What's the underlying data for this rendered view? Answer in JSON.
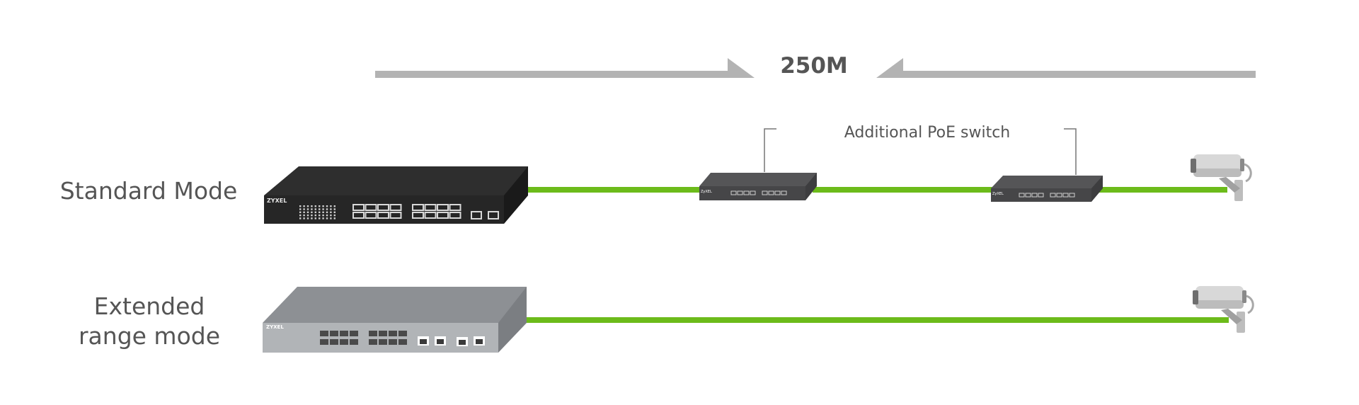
{
  "distance_label": "250M",
  "callout_label": "Additional PoE switch",
  "rows": [
    {
      "label_lines": [
        "Standard Mode"
      ]
    },
    {
      "label_lines": [
        "Extended",
        "range mode"
      ]
    }
  ],
  "devices": {
    "main_switch_standard_brand": "ZYXEL",
    "main_switch_extended_brand": "ZYXEL",
    "small_switch_brand": "ZyXEL"
  },
  "colors": {
    "cable": "#6cbb1a",
    "arrow": "#b3b3b3",
    "text": "#555555",
    "switch_dark": "#2b2b2b",
    "switch_light": "#a6a9ac",
    "callout_line": "#777777"
  },
  "icons": [
    "ethernet-switch-icon",
    "poe-switch-icon",
    "security-camera-icon",
    "distance-arrow-icon"
  ]
}
